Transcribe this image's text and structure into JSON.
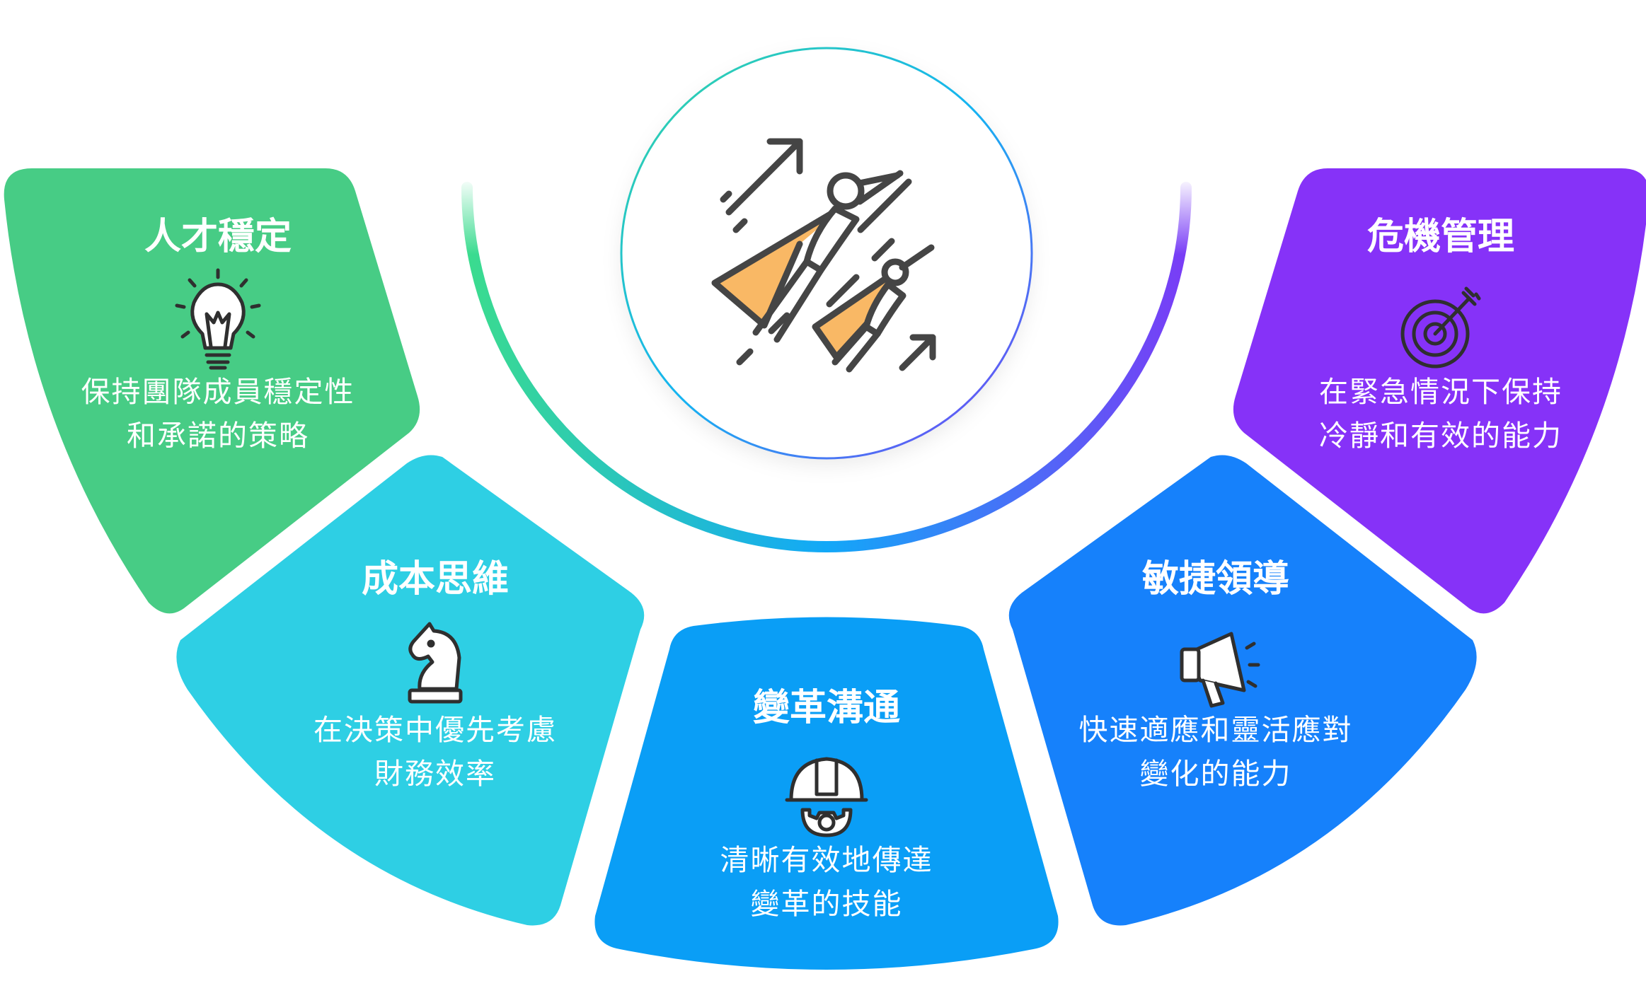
{
  "colors": {
    "talent": "#47CC85",
    "cost": "#2ECFE4",
    "change": "#0A9EF6",
    "agile": "#1681FB",
    "crisis": "#8632F8",
    "arc_start": "#3BDC8E",
    "arc_mid": "#12A8F8",
    "arc_end": "#7A3CF6"
  },
  "segments": [
    {
      "id": "talent",
      "title": "人才穩定",
      "desc_lines": [
        "保持團隊成員穩定性",
        "和承諾的策略"
      ],
      "icon": "lightbulb-icon"
    },
    {
      "id": "cost",
      "title": "成本思維",
      "desc_lines": [
        "在決策中優先考慮",
        "財務效率"
      ],
      "icon": "chess-knight-icon"
    },
    {
      "id": "change",
      "title": "變革溝通",
      "desc_lines": [
        "清晰有效地傳達",
        "變革的技能"
      ],
      "icon": "hardhat-gear-icon"
    },
    {
      "id": "agile",
      "title": "敏捷領導",
      "desc_lines": [
        "快速適應和靈活應對",
        "變化的能力"
      ],
      "icon": "megaphone-icon"
    },
    {
      "id": "crisis",
      "title": "危機管理",
      "desc_lines": [
        "在緊急情況下保持",
        "冷靜和有效的能力"
      ],
      "icon": "target-arrow-icon"
    }
  ],
  "center": {
    "icon": "flying-superheroes-icon"
  }
}
